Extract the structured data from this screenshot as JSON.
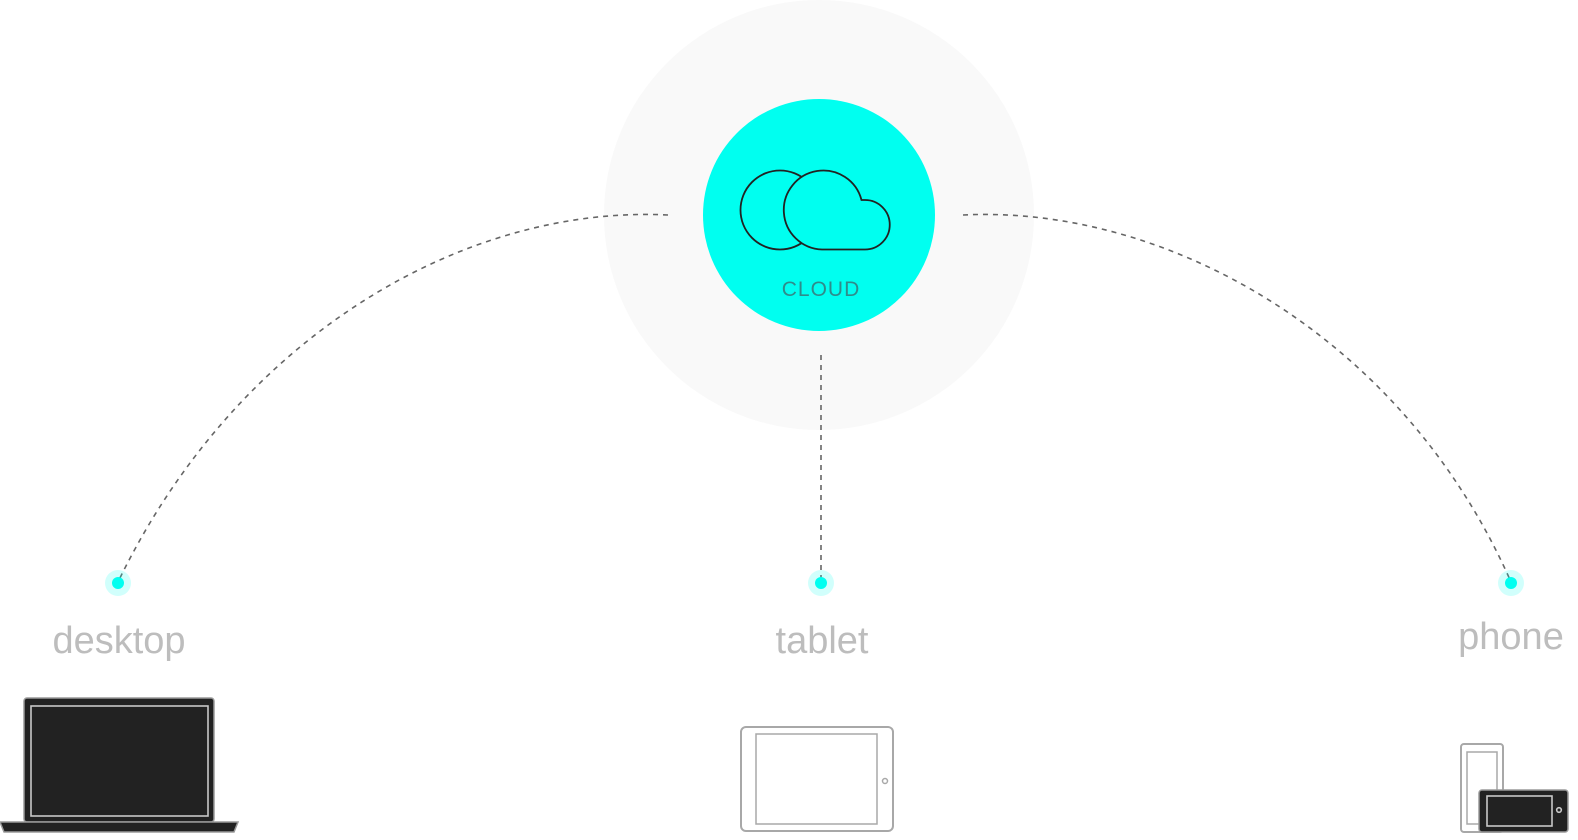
{
  "hub": {
    "label": "CLOUD",
    "icon": "cloud-icon",
    "fill_color": "#00fff0",
    "halo_color": "#f9f9f9"
  },
  "nodes": [
    {
      "id": "desktop",
      "label": "desktop",
      "icon": "laptop-icon"
    },
    {
      "id": "tablet",
      "label": "tablet",
      "icon": "tablet-icon"
    },
    {
      "id": "phone",
      "label": "phone",
      "icon": "phone-icon"
    }
  ],
  "colors": {
    "accent": "#00fff0",
    "label": "#bdbdbd",
    "connector": "#666666",
    "device_dark": "#222222"
  }
}
